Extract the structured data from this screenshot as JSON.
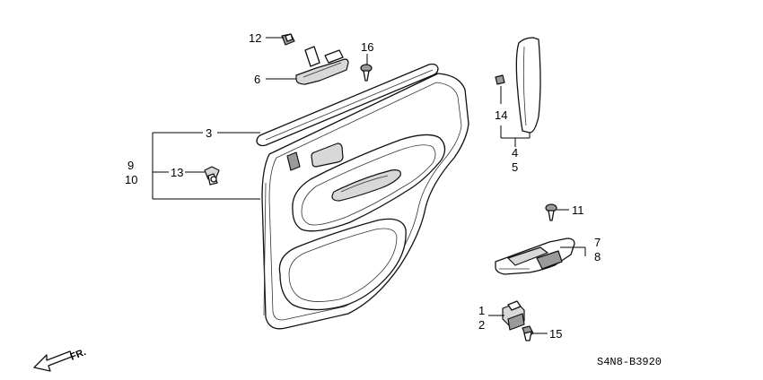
{
  "diagram": {
    "callouts": {
      "c1": "1",
      "c2": "2",
      "c3": "3",
      "c4": "4",
      "c5": "5",
      "c6": "6",
      "c7": "7",
      "c8": "8",
      "c9": "9",
      "c10": "10",
      "c11": "11",
      "c12": "12",
      "c13": "13",
      "c14": "14",
      "c15": "15",
      "c16": "16"
    },
    "code": "S4N8-B3920",
    "direction_label": "FR."
  }
}
